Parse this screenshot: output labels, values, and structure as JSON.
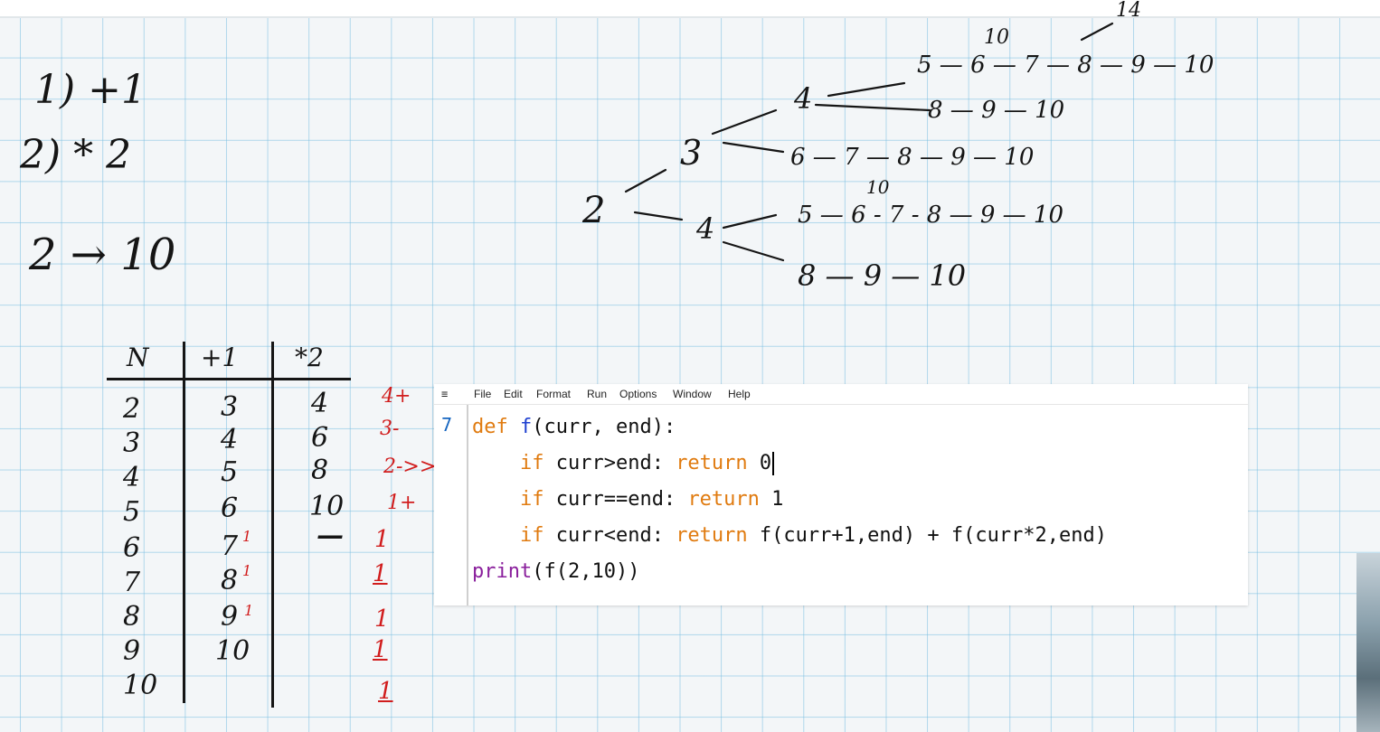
{
  "rules": {
    "rule1": "1) +1",
    "rule2": "2) * 2",
    "goal": "2 → 10"
  },
  "table": {
    "headers": [
      "N",
      "+1",
      "*2"
    ],
    "col_n": [
      "2",
      "3",
      "4",
      "5",
      "6",
      "7",
      "8",
      "9",
      "10"
    ],
    "col_plus": [
      "3",
      "4",
      "5",
      "6",
      "7",
      "8",
      "9",
      "10"
    ],
    "col_plus_marks": [
      "",
      "",
      "",
      "",
      "1",
      "1",
      "1",
      ""
    ],
    "col_mult": [
      "4",
      "6",
      "8",
      "10",
      "—"
    ],
    "col_count": [
      "4+",
      "3-",
      "2->>",
      "1+",
      "1",
      "1",
      "1",
      "1",
      "1"
    ]
  },
  "tree": {
    "root": "2",
    "a_node": "3",
    "b_node": "4",
    "a_top": "4",
    "top_label": "14",
    "top_mid": "10",
    "row1": "5 — 6 — 7 — 8 — 9 — 10",
    "row2": "8 — 9 — 10",
    "row3": "6 — 7 — 8 — 9 — 10",
    "row4_label": "10",
    "row4": "5 — 6 - 7 - 8 — 9 — 10",
    "row5": "8 — 9 — 10"
  },
  "editor": {
    "menu": [
      "File",
      "Edit",
      "Format",
      "Run",
      "Options",
      "Window",
      "Help"
    ],
    "gutter": "7",
    "code": {
      "l1_def": "def",
      "l1_name": "f",
      "l1_rest": "(curr, end):",
      "l2_if": "if",
      "l2_cond": " curr>end: ",
      "l2_ret": "return",
      "l2_val": " 0",
      "l3_if": "if",
      "l3_cond": " curr==end: ",
      "l3_ret": "return",
      "l3_val": " 1",
      "l4_if": "if",
      "l4_cond": " curr<end: ",
      "l4_ret": "return",
      "l4_val": " f(curr+1,end) + f(curr*2,end)",
      "l5_print": "print",
      "l5_rest": "(f(2,10))"
    }
  },
  "colors": {
    "keyword": "#e07b10",
    "function": "#1d3fd0",
    "builtin": "#8a1f9c",
    "grid": "#78bee1",
    "ink_red": "#d11d1d"
  }
}
